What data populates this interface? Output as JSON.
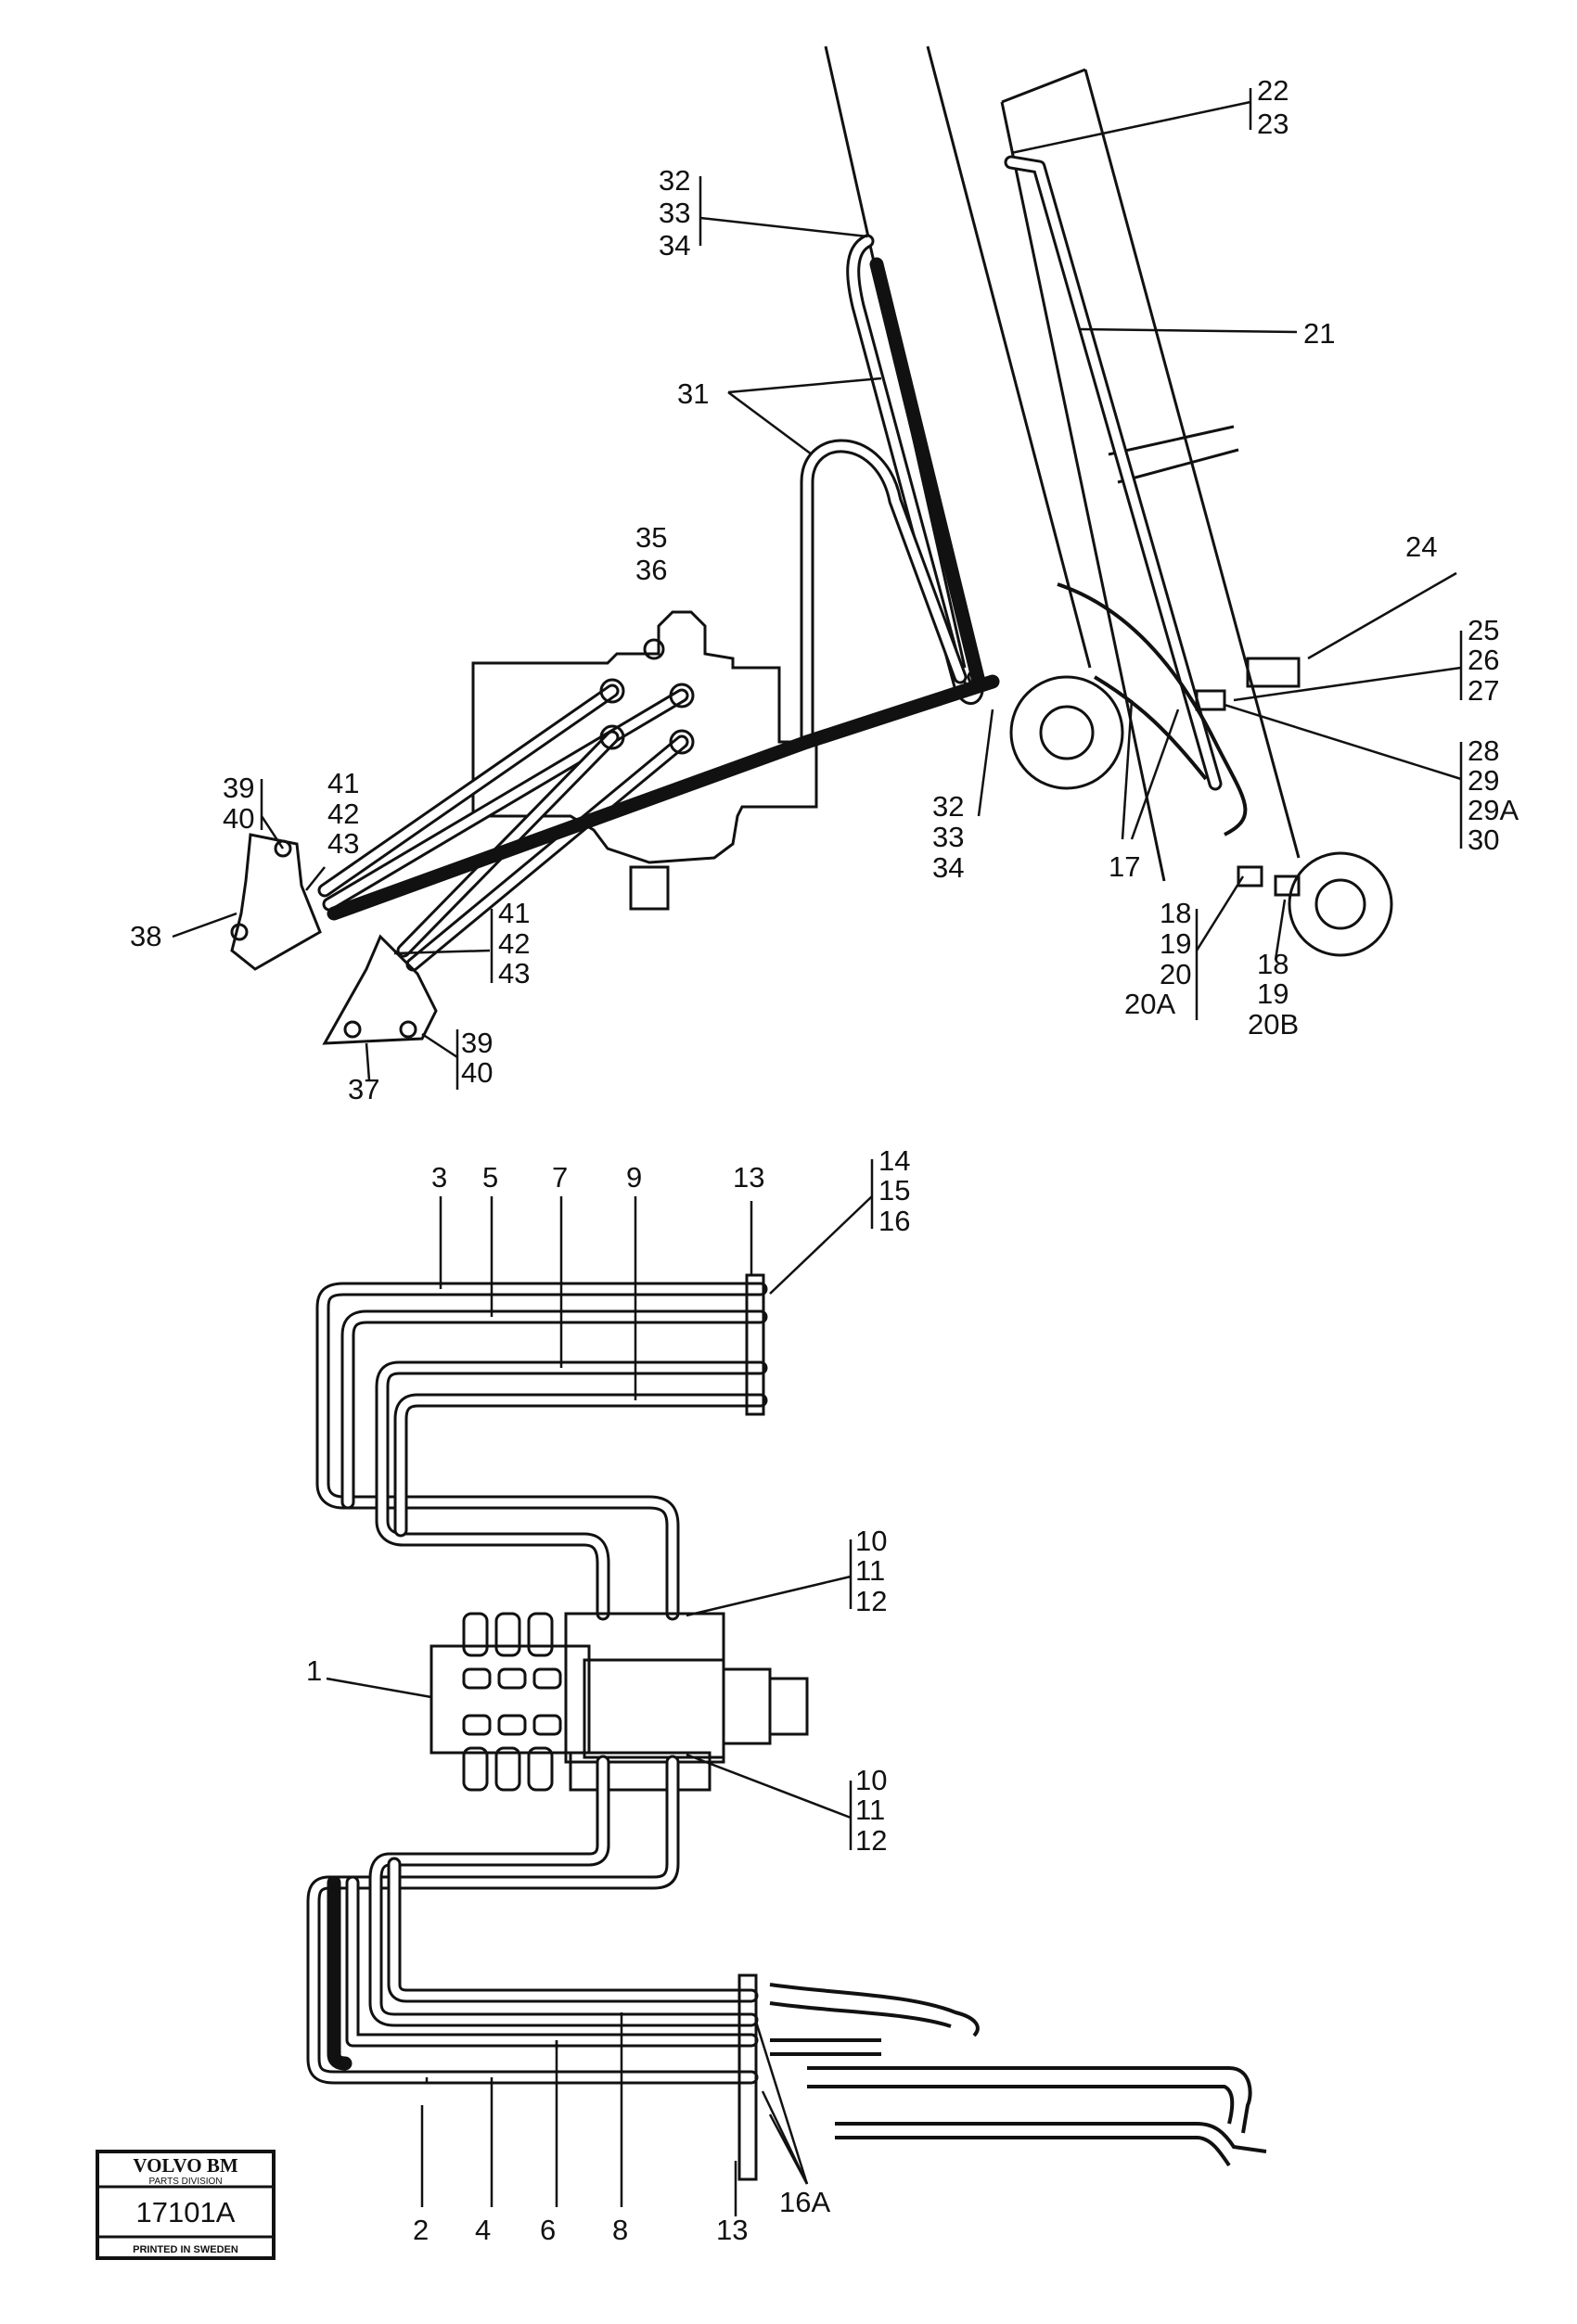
{
  "labels": {
    "l22": "22",
    "l23": "23",
    "l32a": "32",
    "l33a": "33",
    "l34a": "34",
    "l21": "21",
    "l31": "31",
    "l35": "35",
    "l36": "36",
    "l24": "24",
    "l25": "25",
    "l26": "26",
    "l27": "27",
    "l28": "28",
    "l29": "29",
    "l29A": "29A",
    "l30": "30",
    "l39a": "39",
    "l40a": "40",
    "l41a": "41",
    "l42a": "42",
    "l43a": "43",
    "l32b": "32",
    "l33b": "33",
    "l34b": "34",
    "l17": "17",
    "l18a": "18",
    "l19a": "19",
    "l20a": "20",
    "l20A": "20A",
    "l18b": "18",
    "l19b": "19",
    "l20B": "20B",
    "l38": "38",
    "l41b": "41",
    "l42b": "42",
    "l43b": "43",
    "l39b": "39",
    "l40b": "40",
    "l37": "37",
    "l3": "3",
    "l5": "5",
    "l7": "7",
    "l9": "9",
    "l13a": "13",
    "l14": "14",
    "l15": "15",
    "l16": "16",
    "l10a": "10",
    "l11a": "11",
    "l12a": "12",
    "l1": "1",
    "l10b": "10",
    "l11b": "11",
    "l12b": "12",
    "l16A": "16A",
    "l2": "2",
    "l4": "4",
    "l6": "6",
    "l8": "8",
    "l13b": "13"
  },
  "badge": {
    "brand": "VOLVO BM",
    "division": "PARTS DIVISION",
    "number": "17101A",
    "printed": "PRINTED IN SWEDEN"
  }
}
